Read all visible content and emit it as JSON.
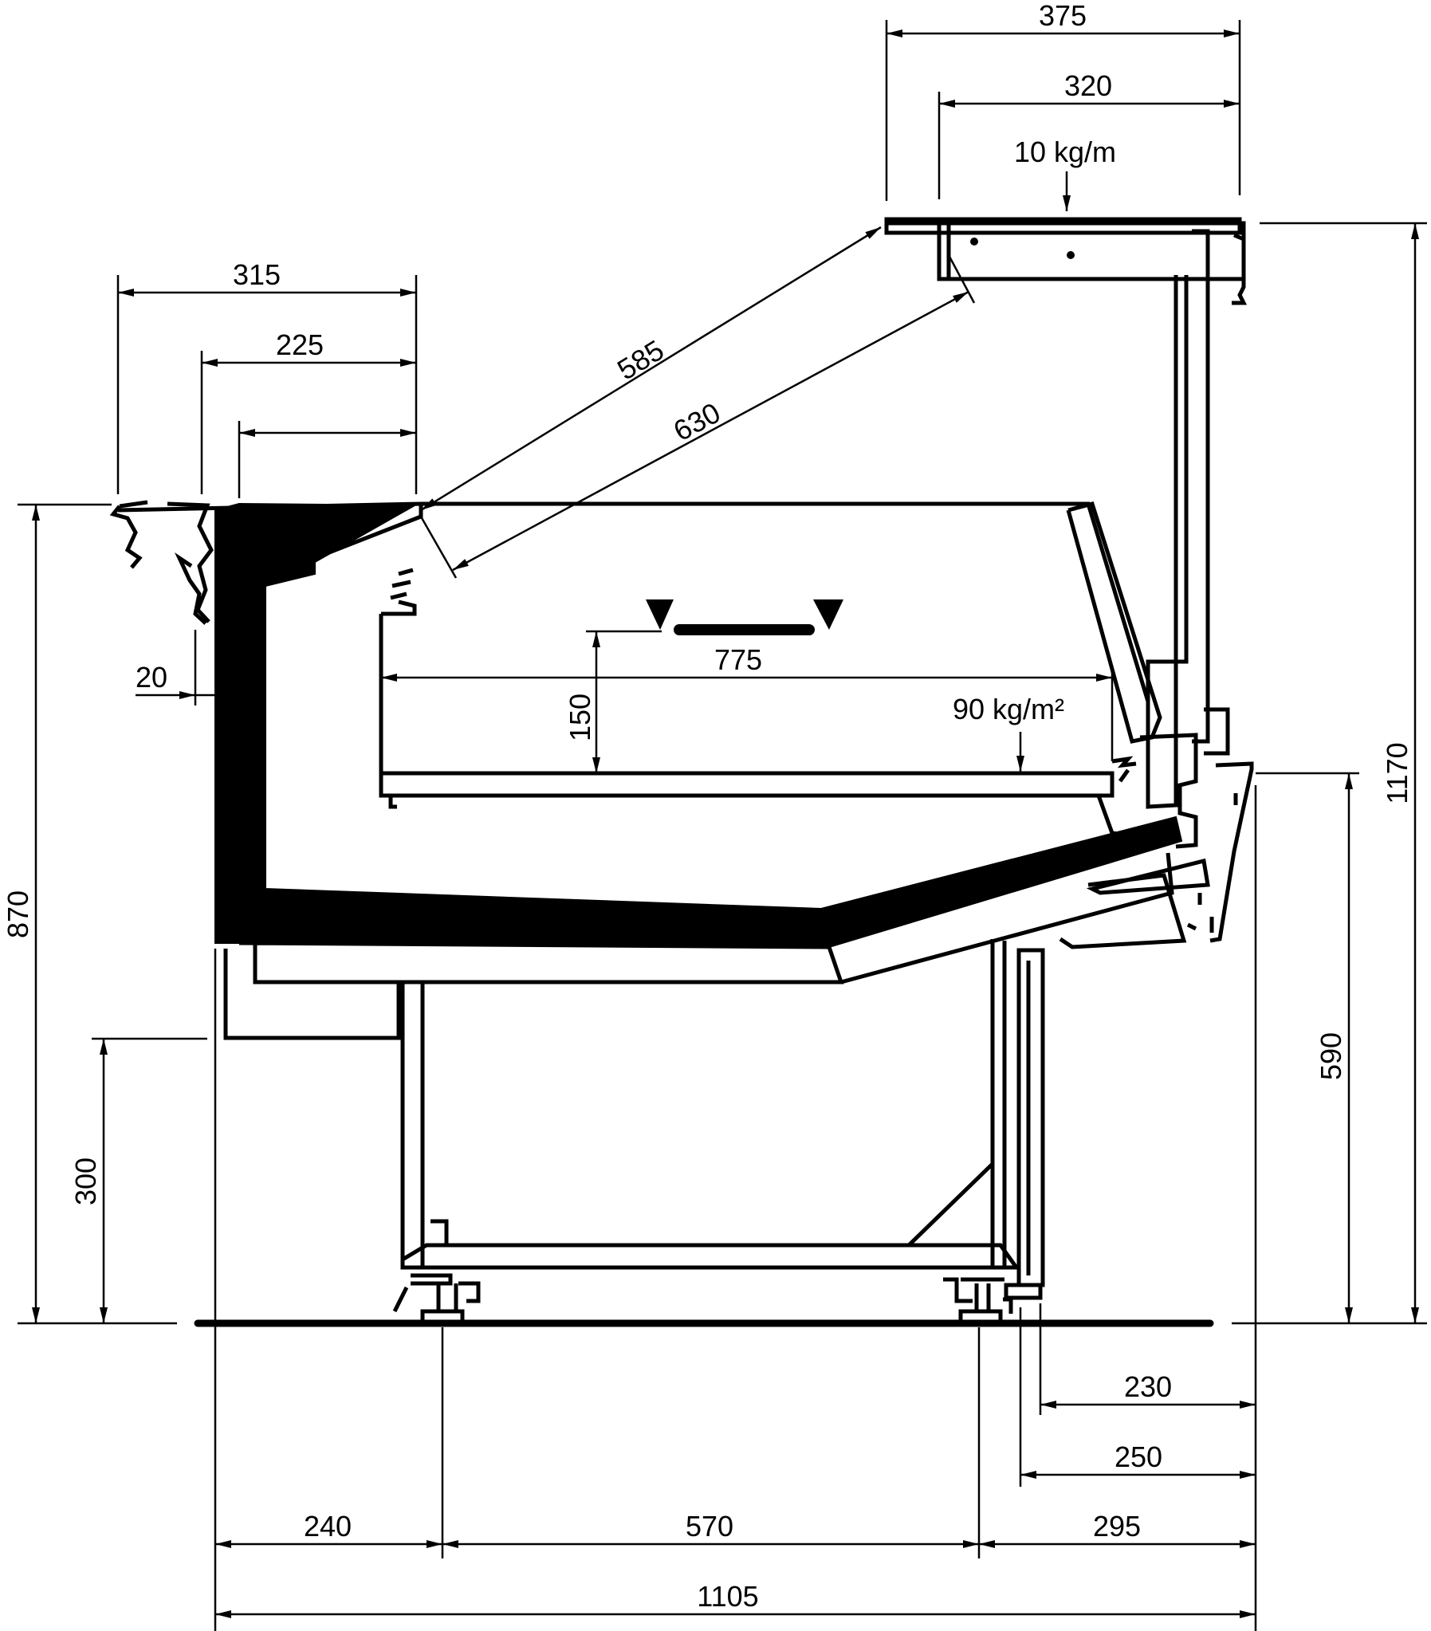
{
  "colors": {
    "line": "#000000",
    "background": "#ffffff"
  },
  "dimensions": {
    "top_375": "375",
    "top_320": "320",
    "load_top": "10 kg/m",
    "left_315": "315",
    "left_225": "225",
    "diag_585": "585",
    "diag_630": "630",
    "shelf_775": "775",
    "shelf_150": "150",
    "load_shelf": "90  kg/m²",
    "gap_20": "20",
    "height_870": "870",
    "height_300": "300",
    "height_1170": "1170",
    "height_590": "590",
    "bottom_230": "230",
    "bottom_250": "250",
    "bottom_240": "240",
    "bottom_570": "570",
    "bottom_295": "295",
    "bottom_1105": "1105"
  }
}
